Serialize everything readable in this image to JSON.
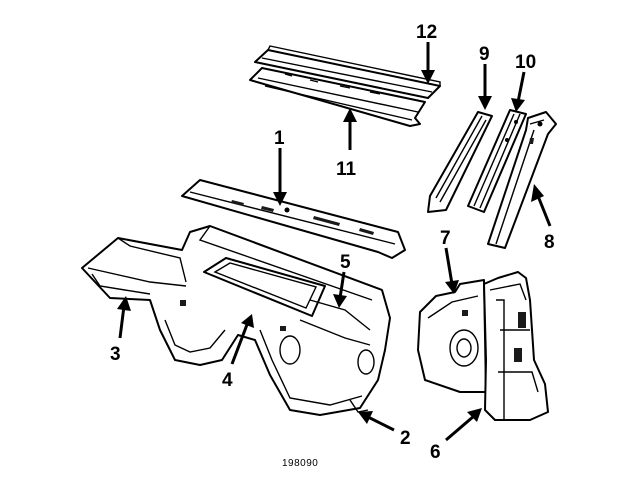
{
  "callouts": {
    "c1": "1",
    "c2": "2",
    "c3": "3",
    "c4": "4",
    "c5": "5",
    "c6": "6",
    "c7": "7",
    "c8": "8",
    "c9": "9",
    "c10": "10",
    "c11": "11",
    "c12": "12"
  },
  "catalog_number": "198090"
}
